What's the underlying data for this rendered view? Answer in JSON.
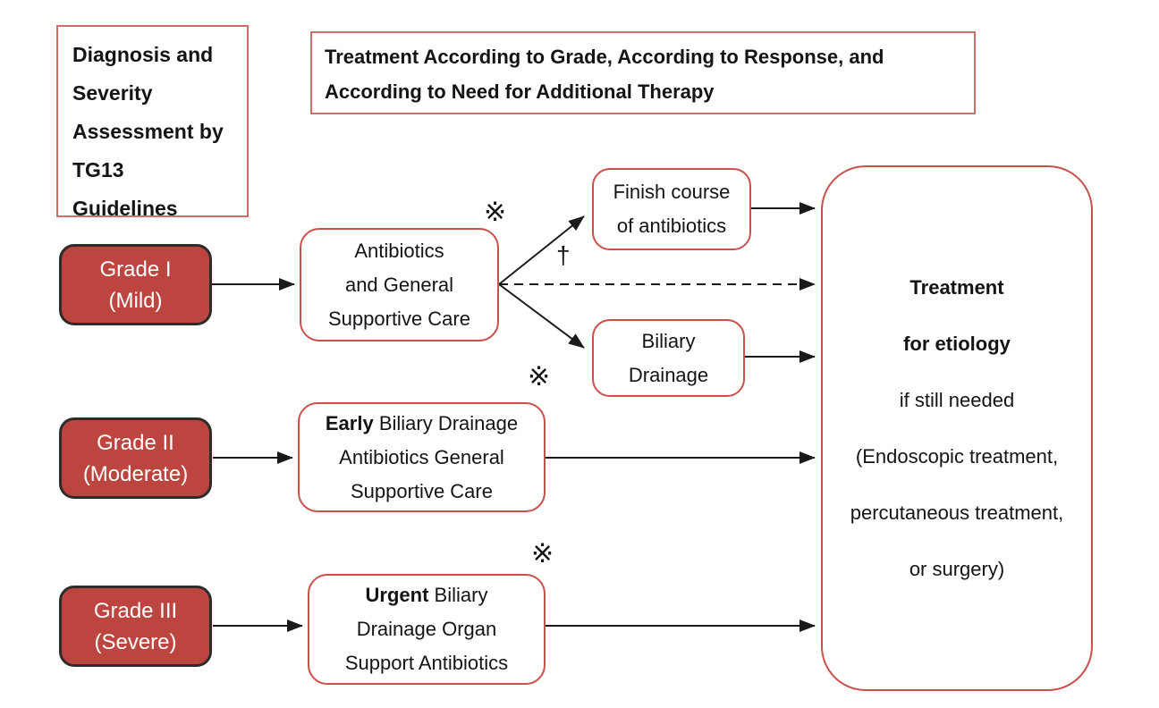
{
  "diagram": {
    "left_title": {
      "lines": [
        "Diagnosis and",
        "Severity",
        "Assessment by",
        "TG13",
        "Guidelines"
      ]
    },
    "main_title": {
      "lines": [
        "Treatment According to Grade, According to Response, and",
        "According to Need for Additional Therapy"
      ]
    },
    "grades": [
      {
        "label": "Grade I",
        "severity": "(Mild)"
      },
      {
        "label": "Grade II",
        "severity": "(Moderate)"
      },
      {
        "label": "Grade III",
        "severity": "(Severe)"
      }
    ],
    "treatment_mild": {
      "lines": [
        "Antibiotics",
        "and General",
        "Supportive Care"
      ]
    },
    "treatment_moderate": {
      "line1_bold": "Early",
      "line1_rest": " Biliary Drainage",
      "line2": "Antibiotics General",
      "line3": "Supportive Care"
    },
    "treatment_severe": {
      "line1_bold": "Urgent",
      "line1_rest": " Biliary",
      "line2": "Drainage Organ",
      "line3": "Support Antibiotics"
    },
    "outcome_finish": {
      "lines": [
        "Finish course",
        "of antibiotics"
      ]
    },
    "outcome_drainage": {
      "lines": [
        "Biliary",
        "Drainage"
      ]
    },
    "etiology": {
      "lines": [
        "Treatment",
        "for etiology",
        "if still needed",
        "(Endoscopic treatment,",
        "percutaneous treatment,",
        "or surgery)"
      ]
    },
    "symbols": {
      "reference_mark": "※",
      "dagger": "†"
    },
    "colors": {
      "grade_fill": "#bd4540",
      "grade_border": "#2e2b29",
      "flow_border": "#c9504b",
      "title_border": "#cf6e69",
      "arrow": "#1a1a1a",
      "text": "#141414"
    }
  }
}
